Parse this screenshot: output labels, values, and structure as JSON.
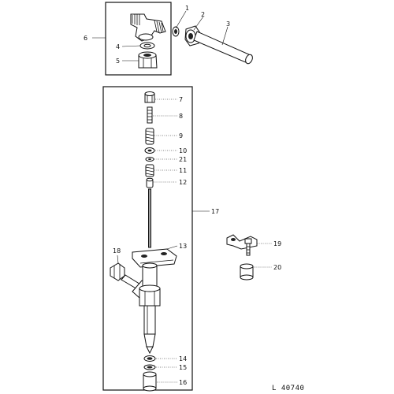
{
  "reference_code": "L 40740",
  "callouts": {
    "c1": "1",
    "c2": "2",
    "c3": "3",
    "c4": "4",
    "c5": "5",
    "c6": "6",
    "c7": "7",
    "c8": "8",
    "c9": "9",
    "c10": "10",
    "c11": "11",
    "c12": "12",
    "c13": "13",
    "c14": "14",
    "c15": "15",
    "c16": "16",
    "c17": "17",
    "c18": "18",
    "c19": "19",
    "c20": "20",
    "c21": "21"
  }
}
